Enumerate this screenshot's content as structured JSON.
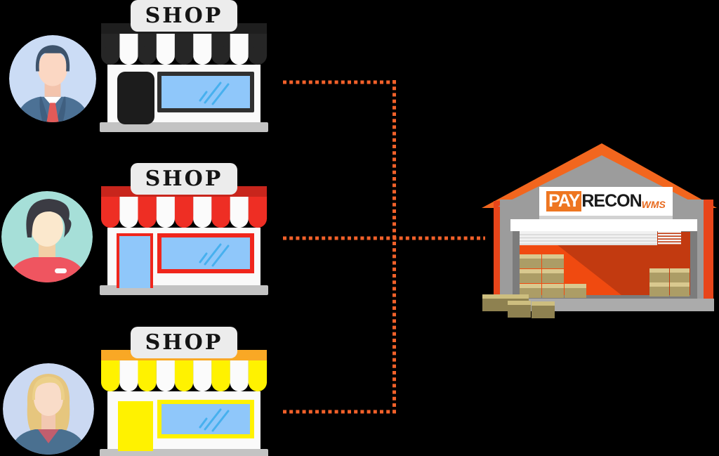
{
  "page": {
    "background_color": "#000000",
    "description": "Three seller shops connected by dashed lines to a PayRecon WMS warehouse"
  },
  "connector": {
    "color": "#F2612A",
    "style": "dashed"
  },
  "shops": [
    {
      "label": "SHOP",
      "sign_bg": "#ECECEC",
      "awning_top": "#1E1E1E",
      "awning_stripe": "#262626",
      "door_color": "#1C1C1C",
      "frame_color": "#303030",
      "glass_color": "#8FC7FA"
    },
    {
      "label": "SHOP",
      "sign_bg": "#ECECEC",
      "awning_top": "#C8251C",
      "awning_stripe": "#EE2E24",
      "door_color": "#8FC7FA",
      "frame_color": "#F0261C",
      "glass_color": "#8FC7FA"
    },
    {
      "label": "SHOP",
      "sign_bg": "#ECECEC",
      "awning_top": "#F9A825",
      "awning_stripe": "#FFF200",
      "door_color": "#FFF200",
      "frame_color": "#FFF200",
      "glass_color": "#8FC7FA"
    }
  ],
  "sellers": [
    {
      "role": "businessman",
      "circle_color": "#CBDCF5"
    },
    {
      "role": "young-man",
      "circle_color": "#A6DFD8"
    },
    {
      "role": "woman",
      "circle_color": "#CBD9F2"
    }
  ],
  "warehouse": {
    "sign": {
      "pay": "PAY",
      "recon": "RECON",
      "wms": "WMS",
      "pay_bg": "#EE7621",
      "recon_color": "#1A1A1A",
      "wms_color": "#E86A1E",
      "bg": "#FFFFFF"
    },
    "roof_color": "#F2661E",
    "pillar_color": "#E8451A",
    "wall_color": "#9C9C9C",
    "frame_color": "#7C7C7C",
    "interior_dark": "#C23A10",
    "interior_bright": "#F04A10",
    "base_color": "#ABABAB",
    "box_body": "#AC9D66",
    "box_lid": "#D9C98F",
    "outside_box_body": "#8E8150",
    "outside_box_lid": "#CDBE7F"
  }
}
